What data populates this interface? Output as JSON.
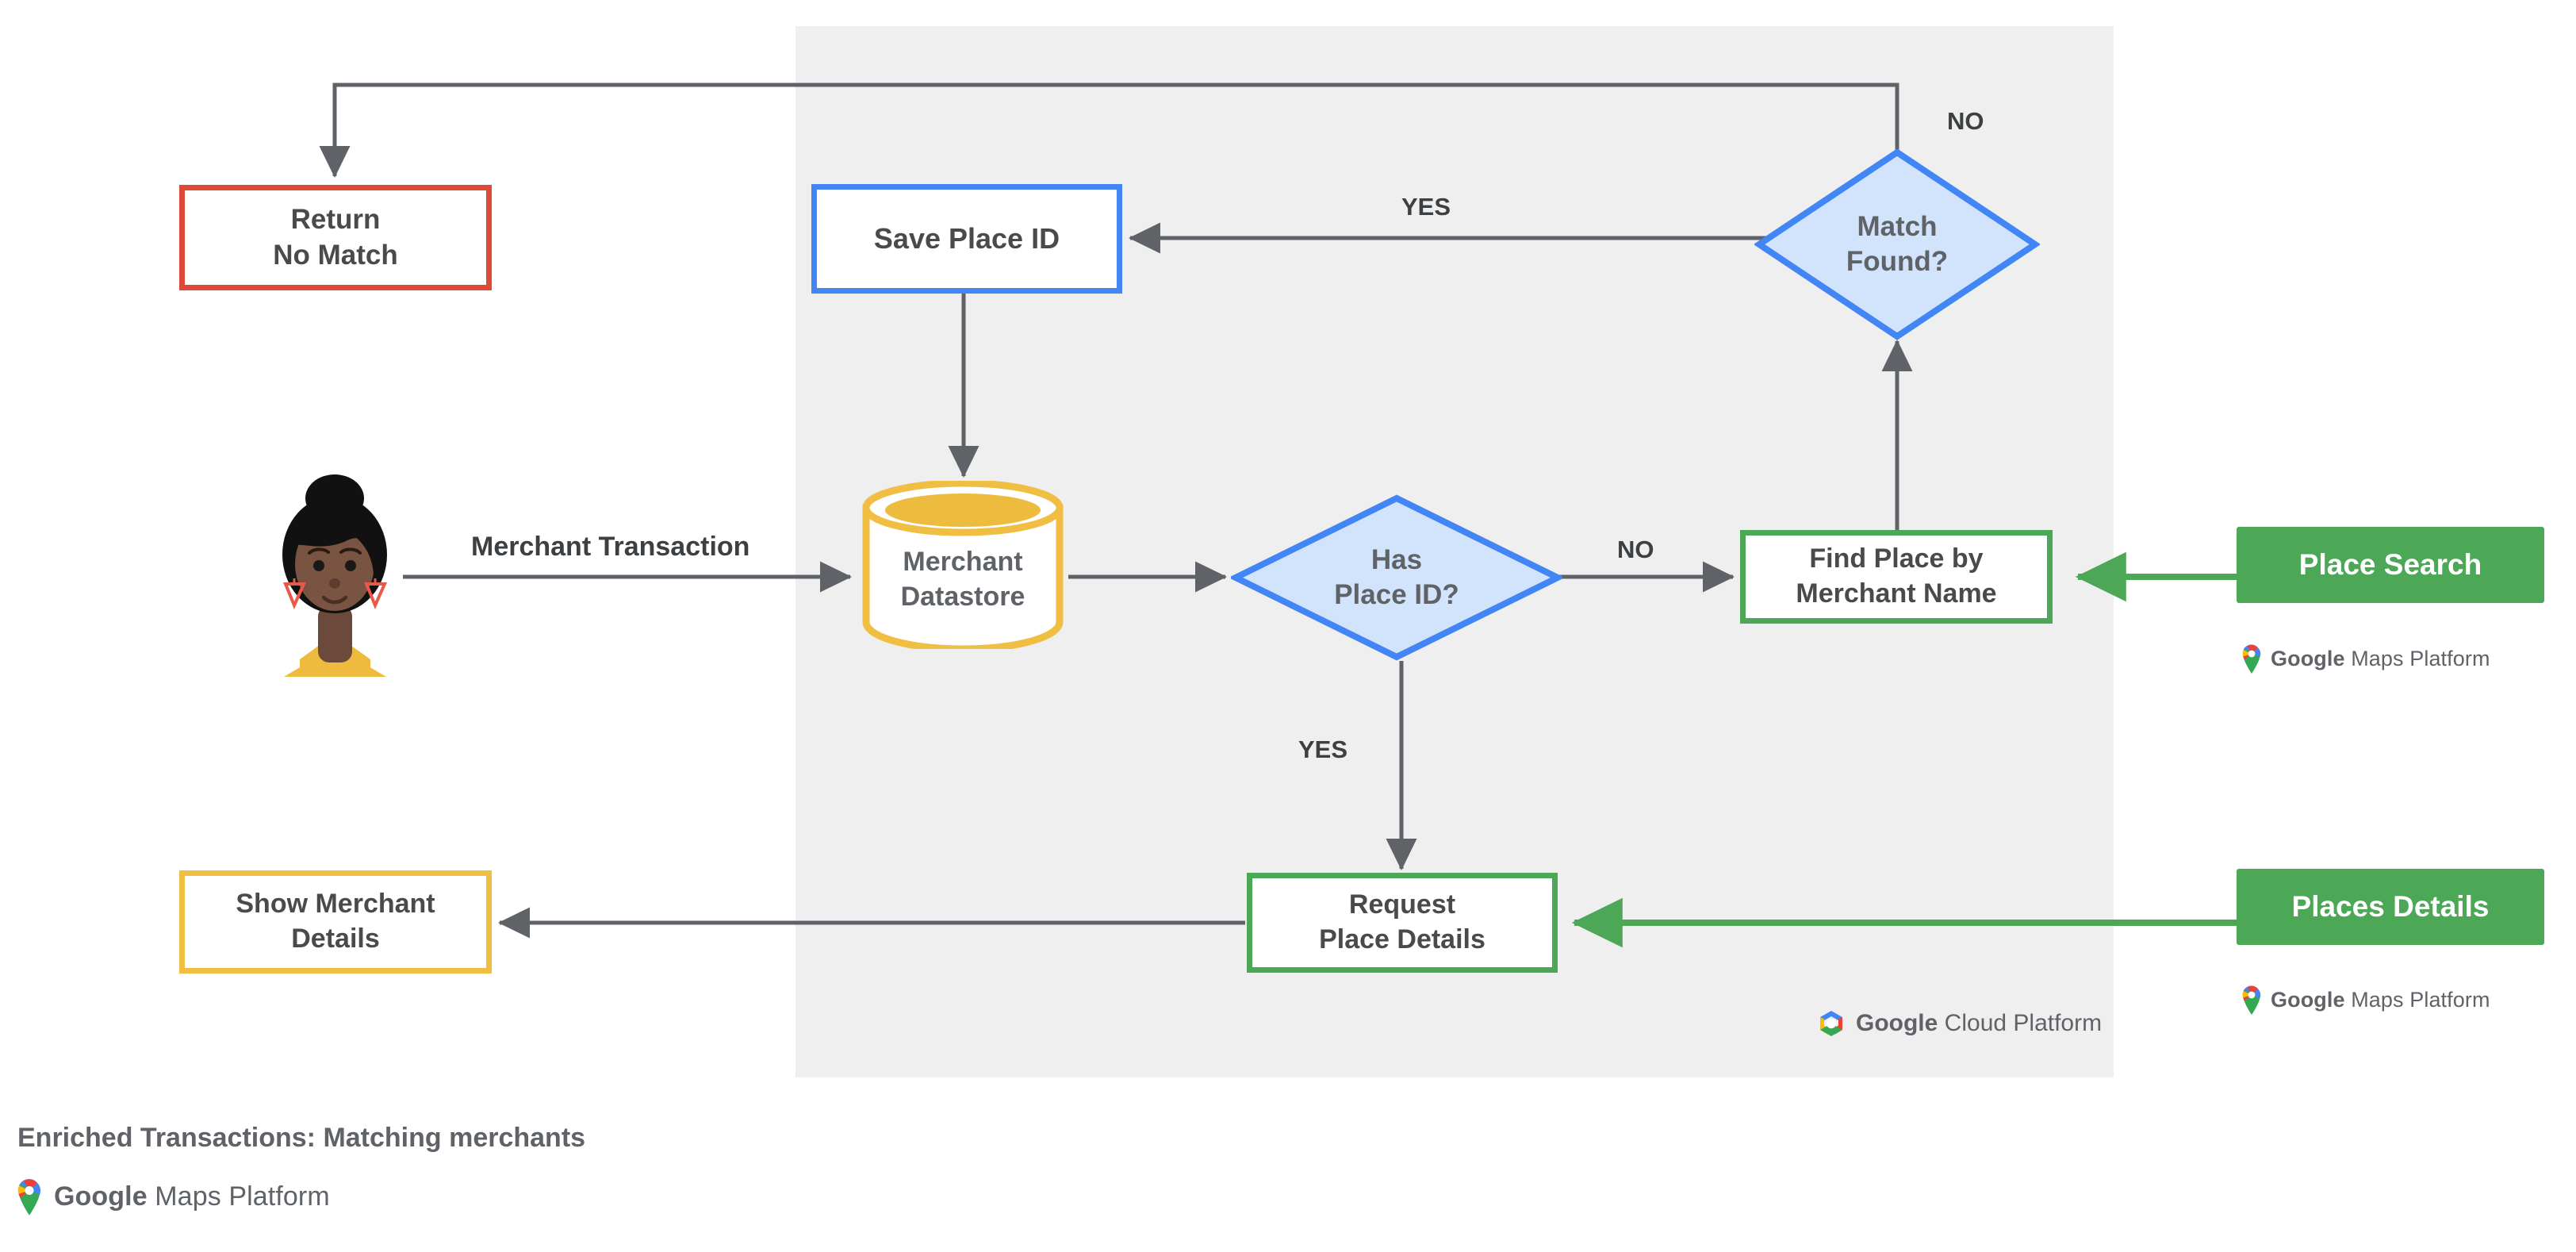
{
  "diagram": {
    "title": "Enriched Transactions: Matching merchants",
    "panel_label": "Google Cloud Platform",
    "brand_colors": {
      "red": "#DF4A38",
      "blue": "#4285F4",
      "blue_fill": "#D2E3FC",
      "green": "#4CA757",
      "yellow": "#F0BE42",
      "panel_gray": "#EFEFEF",
      "connector_gray": "#5F6368",
      "text_gray": "#5F6368"
    },
    "nodes": {
      "return_no_match": "Return\nNo Match",
      "save_place_id": "Save Place ID",
      "match_found": "Match\nFound?",
      "merchant_datastore": "Merchant\nDatastore",
      "has_place_id": "Has\nPlace ID?",
      "find_place_by_merchant_name": "Find Place by\nMerchant Name",
      "request_place_details": "Request\nPlace Details",
      "show_merchant_details": "Show Merchant\nDetails"
    },
    "edge_labels": {
      "merchant_transaction": "Merchant Transaction",
      "yes_match_found": "YES",
      "no_match_found": "NO",
      "no_has_place_id": "NO",
      "yes_has_place_id": "YES"
    },
    "products": [
      {
        "name": "place-search",
        "label": "Place Search",
        "lockup": "Google Maps Platform"
      },
      {
        "name": "places-details",
        "label": "Places Details",
        "lockup": "Google Maps Platform"
      }
    ],
    "lockups": {
      "gmp_bold": "Google",
      "gmp_rest": " Maps Platform",
      "gcp_bold": "Google",
      "gcp_rest": " Cloud Platform"
    },
    "actor": {
      "name": "merchant-customer-avatar"
    }
  }
}
